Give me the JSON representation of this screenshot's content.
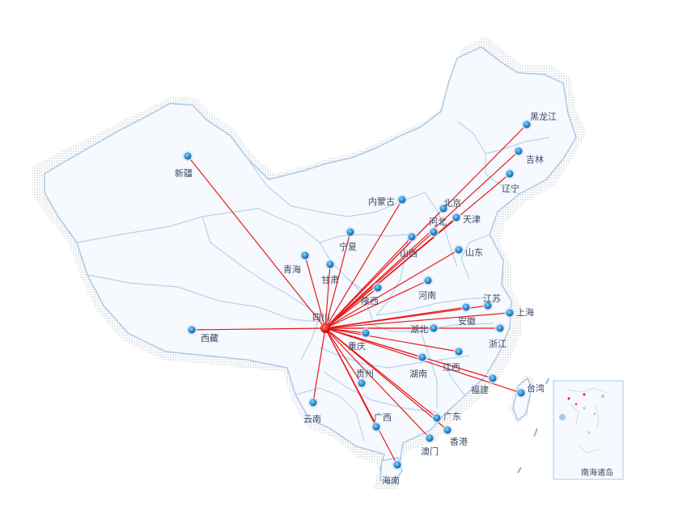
{
  "map": {
    "source": "四川",
    "line_color": "#e8191b",
    "marker_color": "#2f8fd0",
    "source_marker_color": "#e8191b",
    "land_fill": "#f6f9fd",
    "border_color": "#b8d3ee",
    "halo_color": "#c9ccd2",
    "destinations": [
      {
        "name": "黑龙江"
      },
      {
        "name": "吉林"
      },
      {
        "name": "辽宁"
      },
      {
        "name": "北京"
      },
      {
        "name": "天津"
      },
      {
        "name": "河北"
      },
      {
        "name": "内蒙古"
      },
      {
        "name": "山西"
      },
      {
        "name": "山东"
      },
      {
        "name": "新疆"
      },
      {
        "name": "宁夏"
      },
      {
        "name": "青海"
      },
      {
        "name": "甘肃"
      },
      {
        "name": "陕西"
      },
      {
        "name": "河南"
      },
      {
        "name": "江苏"
      },
      {
        "name": "上海"
      },
      {
        "name": "安徽"
      },
      {
        "name": "湖北"
      },
      {
        "name": "浙江"
      },
      {
        "name": "重庆"
      },
      {
        "name": "西藏"
      },
      {
        "name": "江西"
      },
      {
        "name": "湖南"
      },
      {
        "name": "贵州"
      },
      {
        "name": "福建"
      },
      {
        "name": "台湾"
      },
      {
        "name": "云南"
      },
      {
        "name": "广西"
      },
      {
        "name": "广东"
      },
      {
        "name": "香港"
      },
      {
        "name": "澳门"
      },
      {
        "name": "海南"
      }
    ],
    "inset_label": "南海诸岛"
  }
}
